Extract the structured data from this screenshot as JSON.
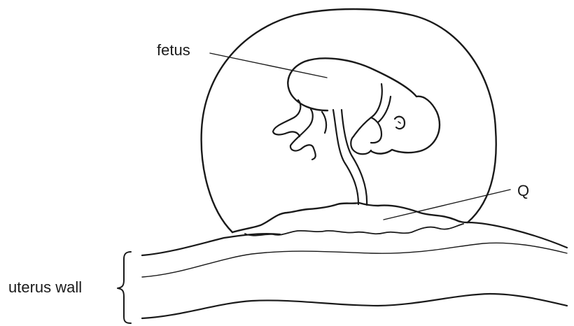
{
  "labels": {
    "fetus": "fetus",
    "q": "Q",
    "uterus_wall": "uterus wall"
  },
  "colors": {
    "ink": "#1a1a1a",
    "background": "#ffffff"
  }
}
